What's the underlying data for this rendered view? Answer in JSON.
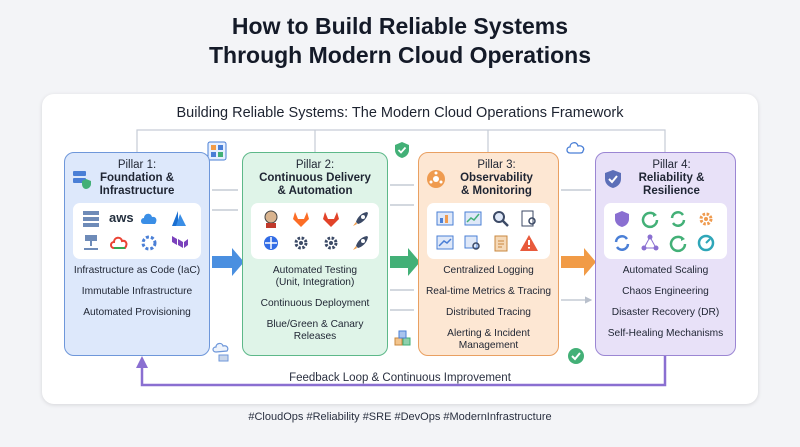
{
  "title_line1": "How to Build Reliable Systems",
  "title_line2": "Through Modern Cloud Operations",
  "subtitle": "Building Reliable Systems: The Modern Cloud Operations Framework",
  "pillars": [
    {
      "num": "Pillar 1:",
      "name1": "Foundation &",
      "name2": "Infrastructure",
      "items": [
        "Infrastructure as Code (IaC)",
        "Immutable Infrastructure",
        "Automated Provisioning"
      ]
    },
    {
      "num": "Pillar 2:",
      "name1": "Continuous Delivery",
      "name2": "& Automation",
      "items": [
        "Automated Testing",
        "(Unit, Integration)",
        "Continuous Deployment",
        "Blue/Green & Canary",
        "Releases"
      ]
    },
    {
      "num": "Pillar 3:",
      "name1": "Observability",
      "name2": "& Monitoring",
      "items": [
        "Centralized Logging",
        "Real-time Metrics & Tracing",
        "Distributed Tracing",
        "Alerting & Incident",
        "Management"
      ]
    },
    {
      "num": "Pillar 4:",
      "name1": "Reliability &",
      "name2": "Resilience",
      "items": [
        "Automated Scaling",
        "Chaos Engineering",
        "Disaster Recovery (DR)",
        "Self-Healing Mechanisms"
      ]
    }
  ],
  "aws_label": "aws",
  "feedback": "Feedback Loop & Continuous Improvement",
  "hashtags": "#CloudOps #Reliability #SRE #DevOps #ModernInfrastructure",
  "colors": {
    "blue": "#4a7fd6",
    "green": "#3fae74",
    "orange": "#ef9b4f",
    "purple": "#8a6fd1"
  }
}
